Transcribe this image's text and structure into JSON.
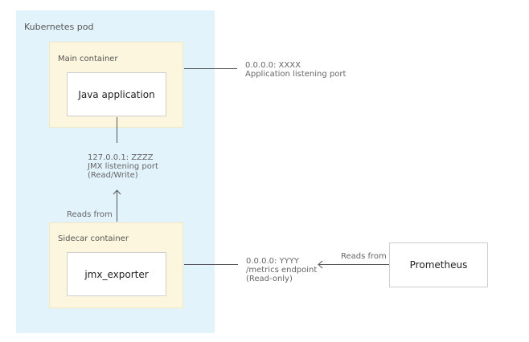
{
  "pod": {
    "label": "Kubernetes pod"
  },
  "main_container": {
    "label": "Main container",
    "app_label": "Java application"
  },
  "sidecar_container": {
    "label": "Sidecar container",
    "exporter_label": "jmx_exporter"
  },
  "prometheus": {
    "label": "Prometheus"
  },
  "app_port_note": {
    "line1": "0.0.0.0: XXXX",
    "line2": "Application listening port"
  },
  "jmx_port_note": {
    "line1": "127.0.0.1: ZZZZ",
    "line2": "JMX listening port",
    "line3": "(Read/Write)"
  },
  "metrics_note": {
    "line1": "0.0.0.0: YYYY",
    "line2": "/metrics endpoint",
    "line3": "(Read-only)"
  },
  "edges": {
    "sidecar_reads_from": "Reads from",
    "prometheus_reads_from": "Reads from"
  },
  "colors": {
    "pod_fill": "#e2f3fb",
    "container_fill": "#fbf6dd",
    "line": "#555555"
  }
}
